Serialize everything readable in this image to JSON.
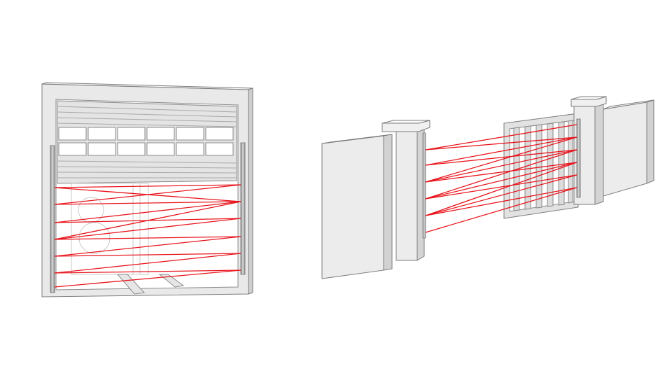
{
  "scenes": [
    {
      "name": "garage-door",
      "window_panes": 12,
      "beam_count": 14,
      "emitter_posts": 2
    },
    {
      "name": "gate-between-pillars",
      "gate_bars": 6,
      "beam_count": 14,
      "emitter_posts": 2
    }
  ],
  "colors": {
    "background": "#ffffff",
    "beam": "#e8141c",
    "surface": "#ececec",
    "surface_dark": "#d4d4d4",
    "outline": "#7a7a7a",
    "post": "#9a9a9a"
  }
}
